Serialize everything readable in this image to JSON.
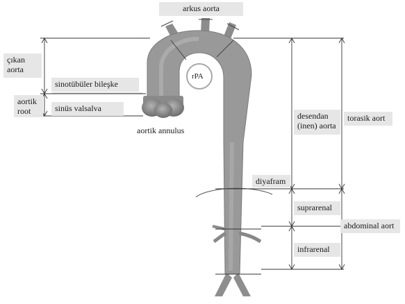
{
  "labels": {
    "arch": "arkus aorta",
    "ascending": "çıkan\naorta",
    "root": "aortik\nroot",
    "stj": "sinotübüler bileşke",
    "sinus": "sinüs valsalva",
    "annulus": "aortik annulus",
    "rpa": "rPA",
    "descending": "desendan\n(inen) aorta",
    "thoracic": "torasik aort",
    "diaphragm": "diyafram",
    "suprarenal": "suprarenal",
    "abdominal": "abdominal aort",
    "infrarenal": "infrarenal"
  },
  "colors": {
    "vessel": "#9a9a9a",
    "vessel_dark": "#6f6f6f",
    "line": "#333333",
    "label_bg": "#e6e6e6"
  }
}
